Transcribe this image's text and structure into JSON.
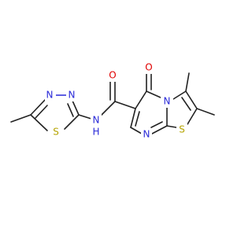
{
  "atoms": {
    "thiadiazole_s": "S",
    "thiadiazole_n1": "N",
    "thiadiazole_n2": "N",
    "amide_n": "N",
    "amide_h": "H",
    "amide_o": "O",
    "ring_carbonyl_o": "O",
    "ring_n_bridge": "N",
    "ring_n_pyrimidine": "N",
    "thiazole_s": "S"
  },
  "colors": {
    "carbon_bond": "#222222",
    "nitrogen": "#2a2ad8",
    "sulfur": "#b5a400",
    "oxygen": "#e00000",
    "background": "#ffffff"
  }
}
